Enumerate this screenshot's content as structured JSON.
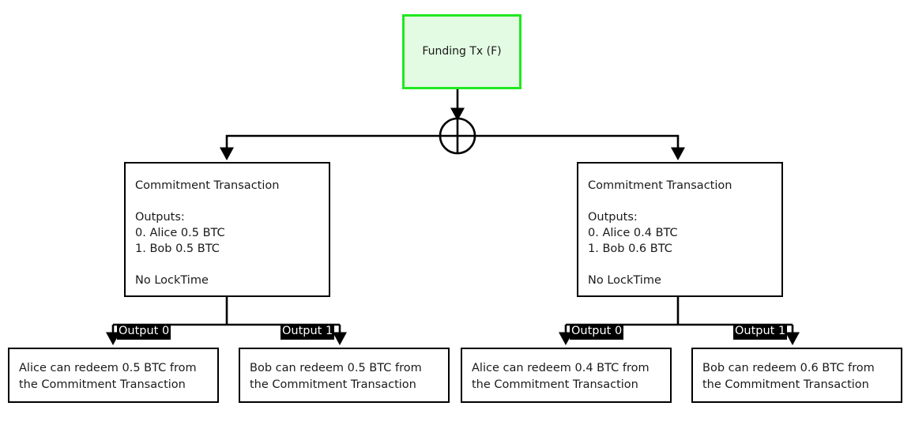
{
  "diagram": {
    "type": "bitcoin-payment-channel-commitment-tree",
    "background_color": "#ffffff",
    "accent_color": "#21e821",
    "node_fill_color": "#e3fbe3",
    "edge_color": "#000000",
    "label_background_color": "#000000",
    "label_text_color": "#ffffff"
  },
  "funding": {
    "title": "Funding Tx (F)"
  },
  "junction": {
    "icon_name": "xor-circle-icon"
  },
  "commitments": [
    {
      "id": "commitment-left",
      "title": "Commitment Transaction",
      "outputs_header": "Outputs:",
      "output_lines": [
        "0. Alice 0.5 BTC",
        "1. Bob 0.5 BTC"
      ],
      "locktime": "No LockTime",
      "edge_labels": [
        "Output 0",
        "Output 1"
      ]
    },
    {
      "id": "commitment-right",
      "title": "Commitment Transaction",
      "outputs_header": "Outputs:",
      "output_lines": [
        "0. Alice 0.4 BTC",
        "1. Bob 0.6 BTC"
      ],
      "locktime": "No LockTime",
      "edge_labels": [
        "Output 0",
        "Output 1"
      ]
    }
  ],
  "leaves": [
    {
      "id": "leaf-alice-left",
      "line1": "Alice can redeem 0.5 BTC from",
      "line2": "the Commitment Transaction"
    },
    {
      "id": "leaf-bob-left",
      "line1": "Bob can redeem 0.5 BTC from",
      "line2": "the Commitment Transaction"
    },
    {
      "id": "leaf-alice-right",
      "line1": "Alice can redeem 0.4 BTC from",
      "line2": "the Commitment Transaction"
    },
    {
      "id": "leaf-bob-right",
      "line1": "Bob can redeem 0.6 BTC from",
      "line2": "the Commitment Transaction"
    }
  ]
}
